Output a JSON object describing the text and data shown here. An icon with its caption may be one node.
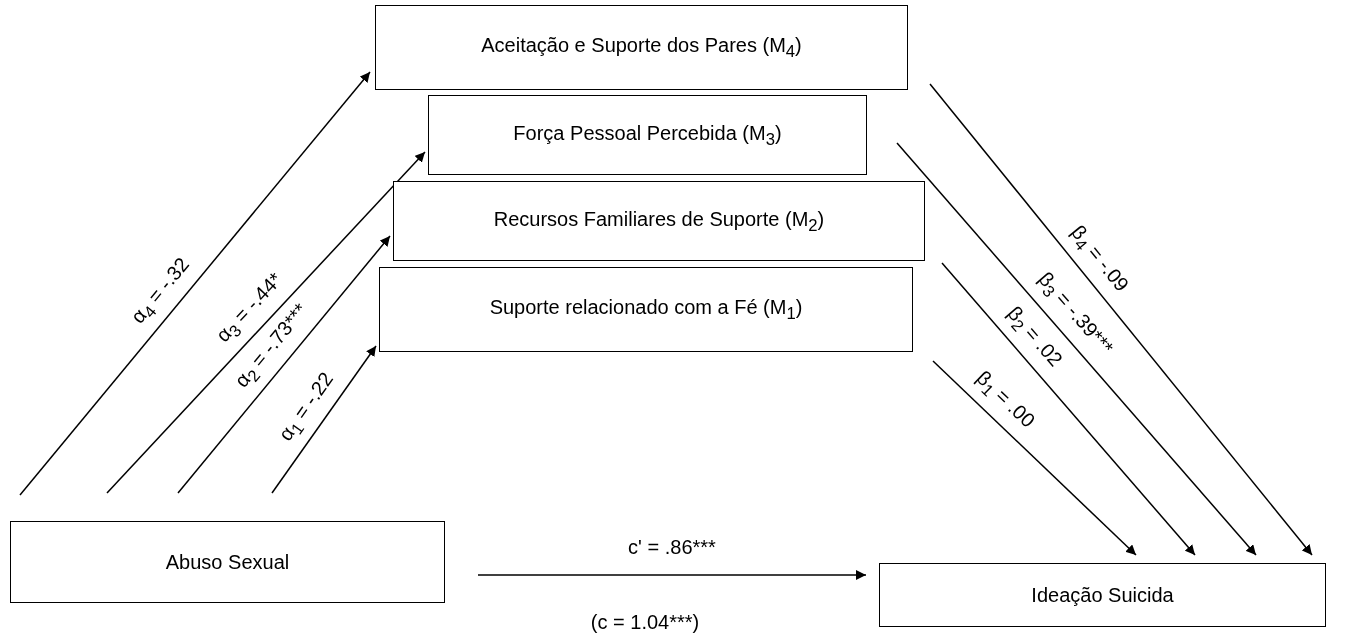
{
  "diagram": {
    "nodes": [
      {
        "text": [
          "Aceitação e Suporte dos Pares (M$_{4}$)"
        ]
      },
      {
        "text": [
          "Força Pessoal Percebida (M$_{3}$)"
        ]
      },
      {
        "text": [
          "Recursos Familiares de Suporte (M$_{2}$)"
        ]
      },
      {
        "text": [
          "Suporte relacionado com a Fé (M$_{1}$)"
        ]
      },
      {
        "text": [
          "Abuso Sexual"
        ]
      },
      {
        "text": [
          "Ideação Suicida"
        ]
      }
    ],
    "edges": [
      {
        "from": 4,
        "to": 0,
        "arrow": "to",
        "label": "α$_{4}$ = -.32"
      },
      {
        "from": 4,
        "to": 1,
        "arrow": "to",
        "label": "α$_{3}$ = -.44*"
      },
      {
        "from": 4,
        "to": 2,
        "arrow": "to",
        "label": "α$_{2}$ = -.73***"
      },
      {
        "from": 4,
        "to": 3,
        "arrow": "to",
        "label": "α$_{1}$ = -.22"
      },
      {
        "from": 4,
        "to": 5,
        "arrow": "to",
        "label": "c' = .86***"
      },
      {
        "from": 0,
        "to": 5,
        "arrow": "to",
        "label": "β$_{4}$ = -.09"
      },
      {
        "from": 1,
        "to": 5,
        "arrow": "to",
        "label": "β$_{3}$ = -.39***"
      },
      {
        "from": 2,
        "to": 5,
        "arrow": "to",
        "label": "β$_{2}$ = .02"
      },
      {
        "from": 3,
        "to": 5,
        "arrow": "to",
        "label": "β$_{1}$ = .00"
      }
    ],
    "labels": [
      "(c = 1.04***)"
    ]
  }
}
